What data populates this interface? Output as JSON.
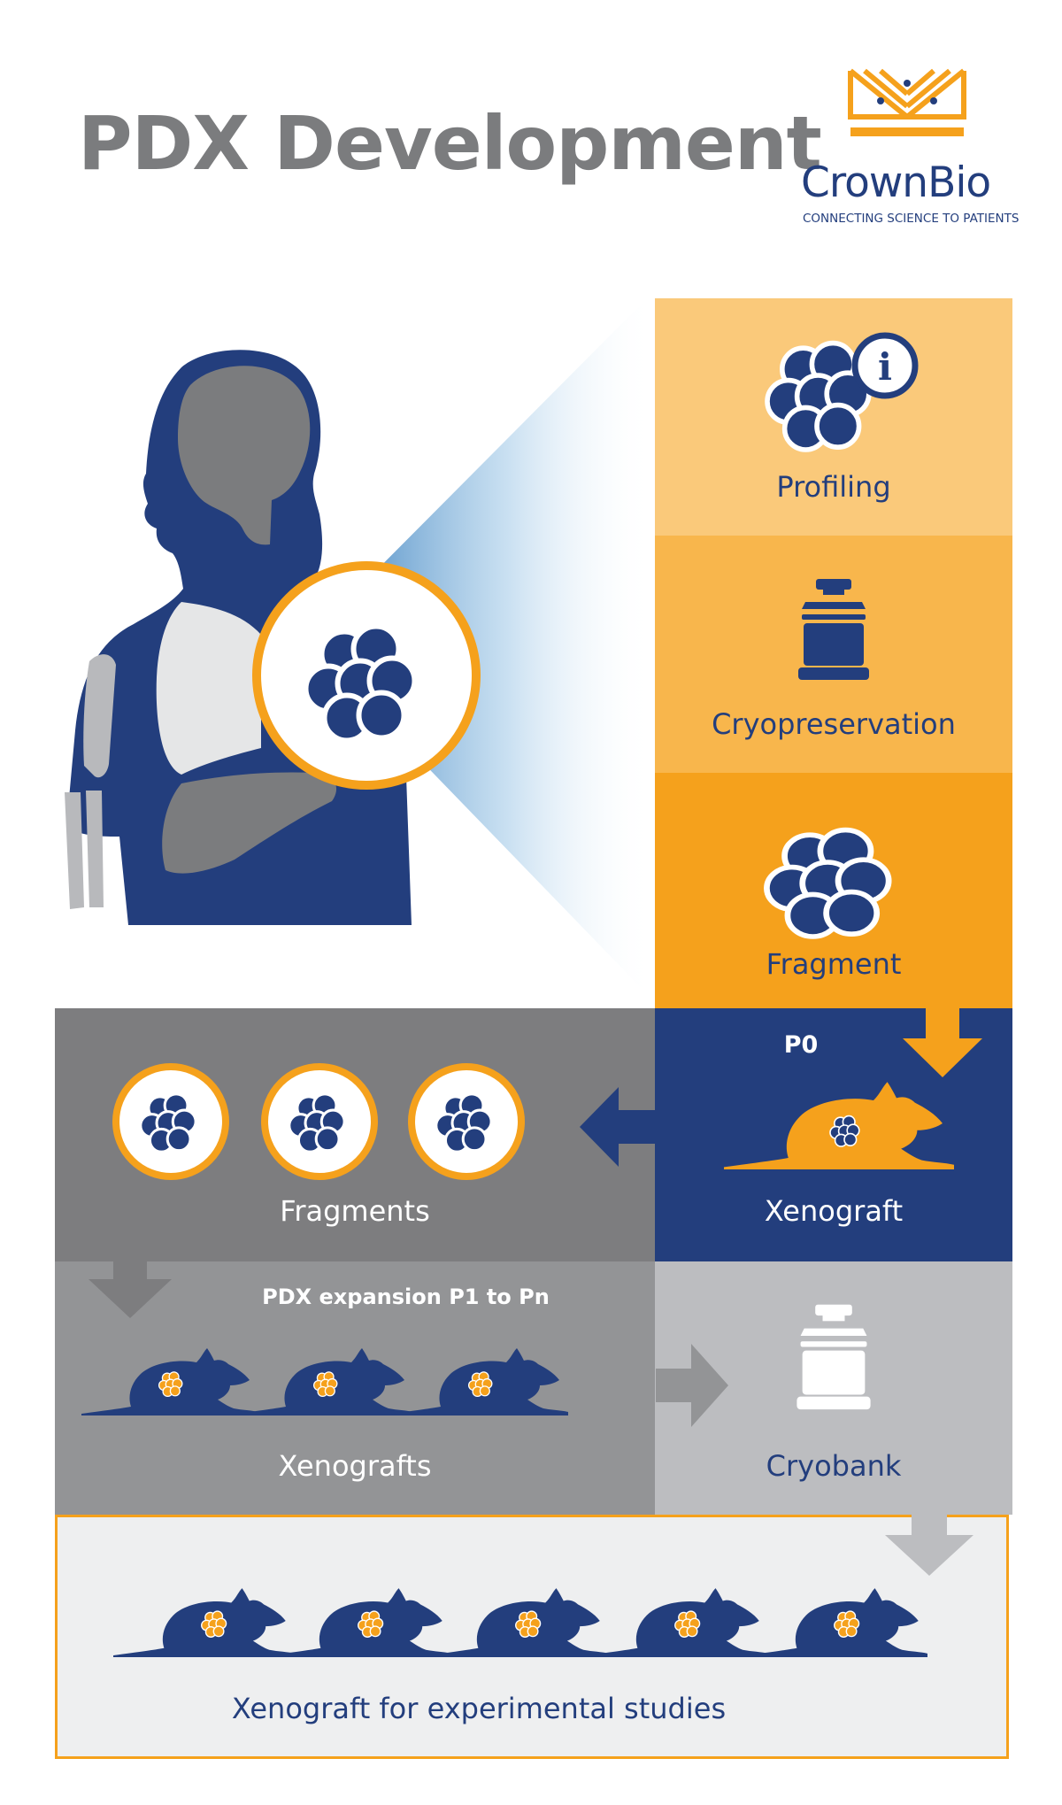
{
  "title": "PDX Development",
  "logo": {
    "name": "CrownBio",
    "tagline": "CONNECTING SCIENCE TO PATIENTS"
  },
  "colors": {
    "navy": "#233e7d",
    "orange": "#f5a11c",
    "grey_dark": "#7d7d7f",
    "grey_mid": "#939496",
    "grey_light": "#bcbdc0",
    "panel_light": "#eeeff0"
  },
  "steps": {
    "profiling": "Profiling",
    "cryopreservation": "Cryopreservation",
    "fragment": "Fragment",
    "p0": "P0",
    "xenograft": "Xenograft",
    "fragments": "Fragments",
    "expansion": "PDX expansion P1 to Pn",
    "xenografts": "Xenografts",
    "cryobank": "Cryobank",
    "experimental": "Xenograft for experimental studies"
  },
  "icons": [
    "cell-cluster-icon",
    "info-icon",
    "cryo-container-icon",
    "mouse-icon",
    "arrow-icon",
    "human-silhouette"
  ]
}
